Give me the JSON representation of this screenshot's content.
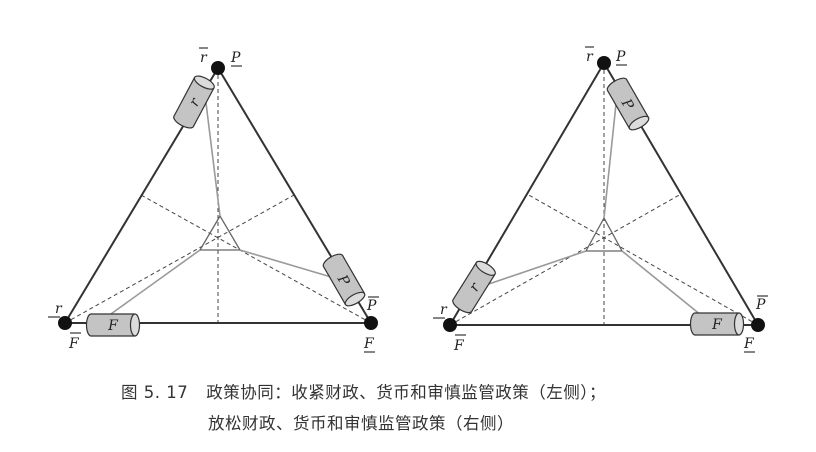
{
  "labels": {
    "r": "r",
    "p": "P",
    "f": "F",
    "cyl_r": "r",
    "cyl_p": "P",
    "cyl_f": "F"
  },
  "caption": {
    "figure_number": "图 5. 17",
    "line1": "政策协同：收紧财政、货币和审慎监管政策（左侧）；",
    "line2": "放松财政、货币和审慎监管政策（右侧）"
  },
  "colors": {
    "edge": "#333333",
    "inner_line": "#9a9a9a",
    "dashed": "#444444",
    "cylinder_fill": "#c4c4c4",
    "vertex": "#111111"
  }
}
